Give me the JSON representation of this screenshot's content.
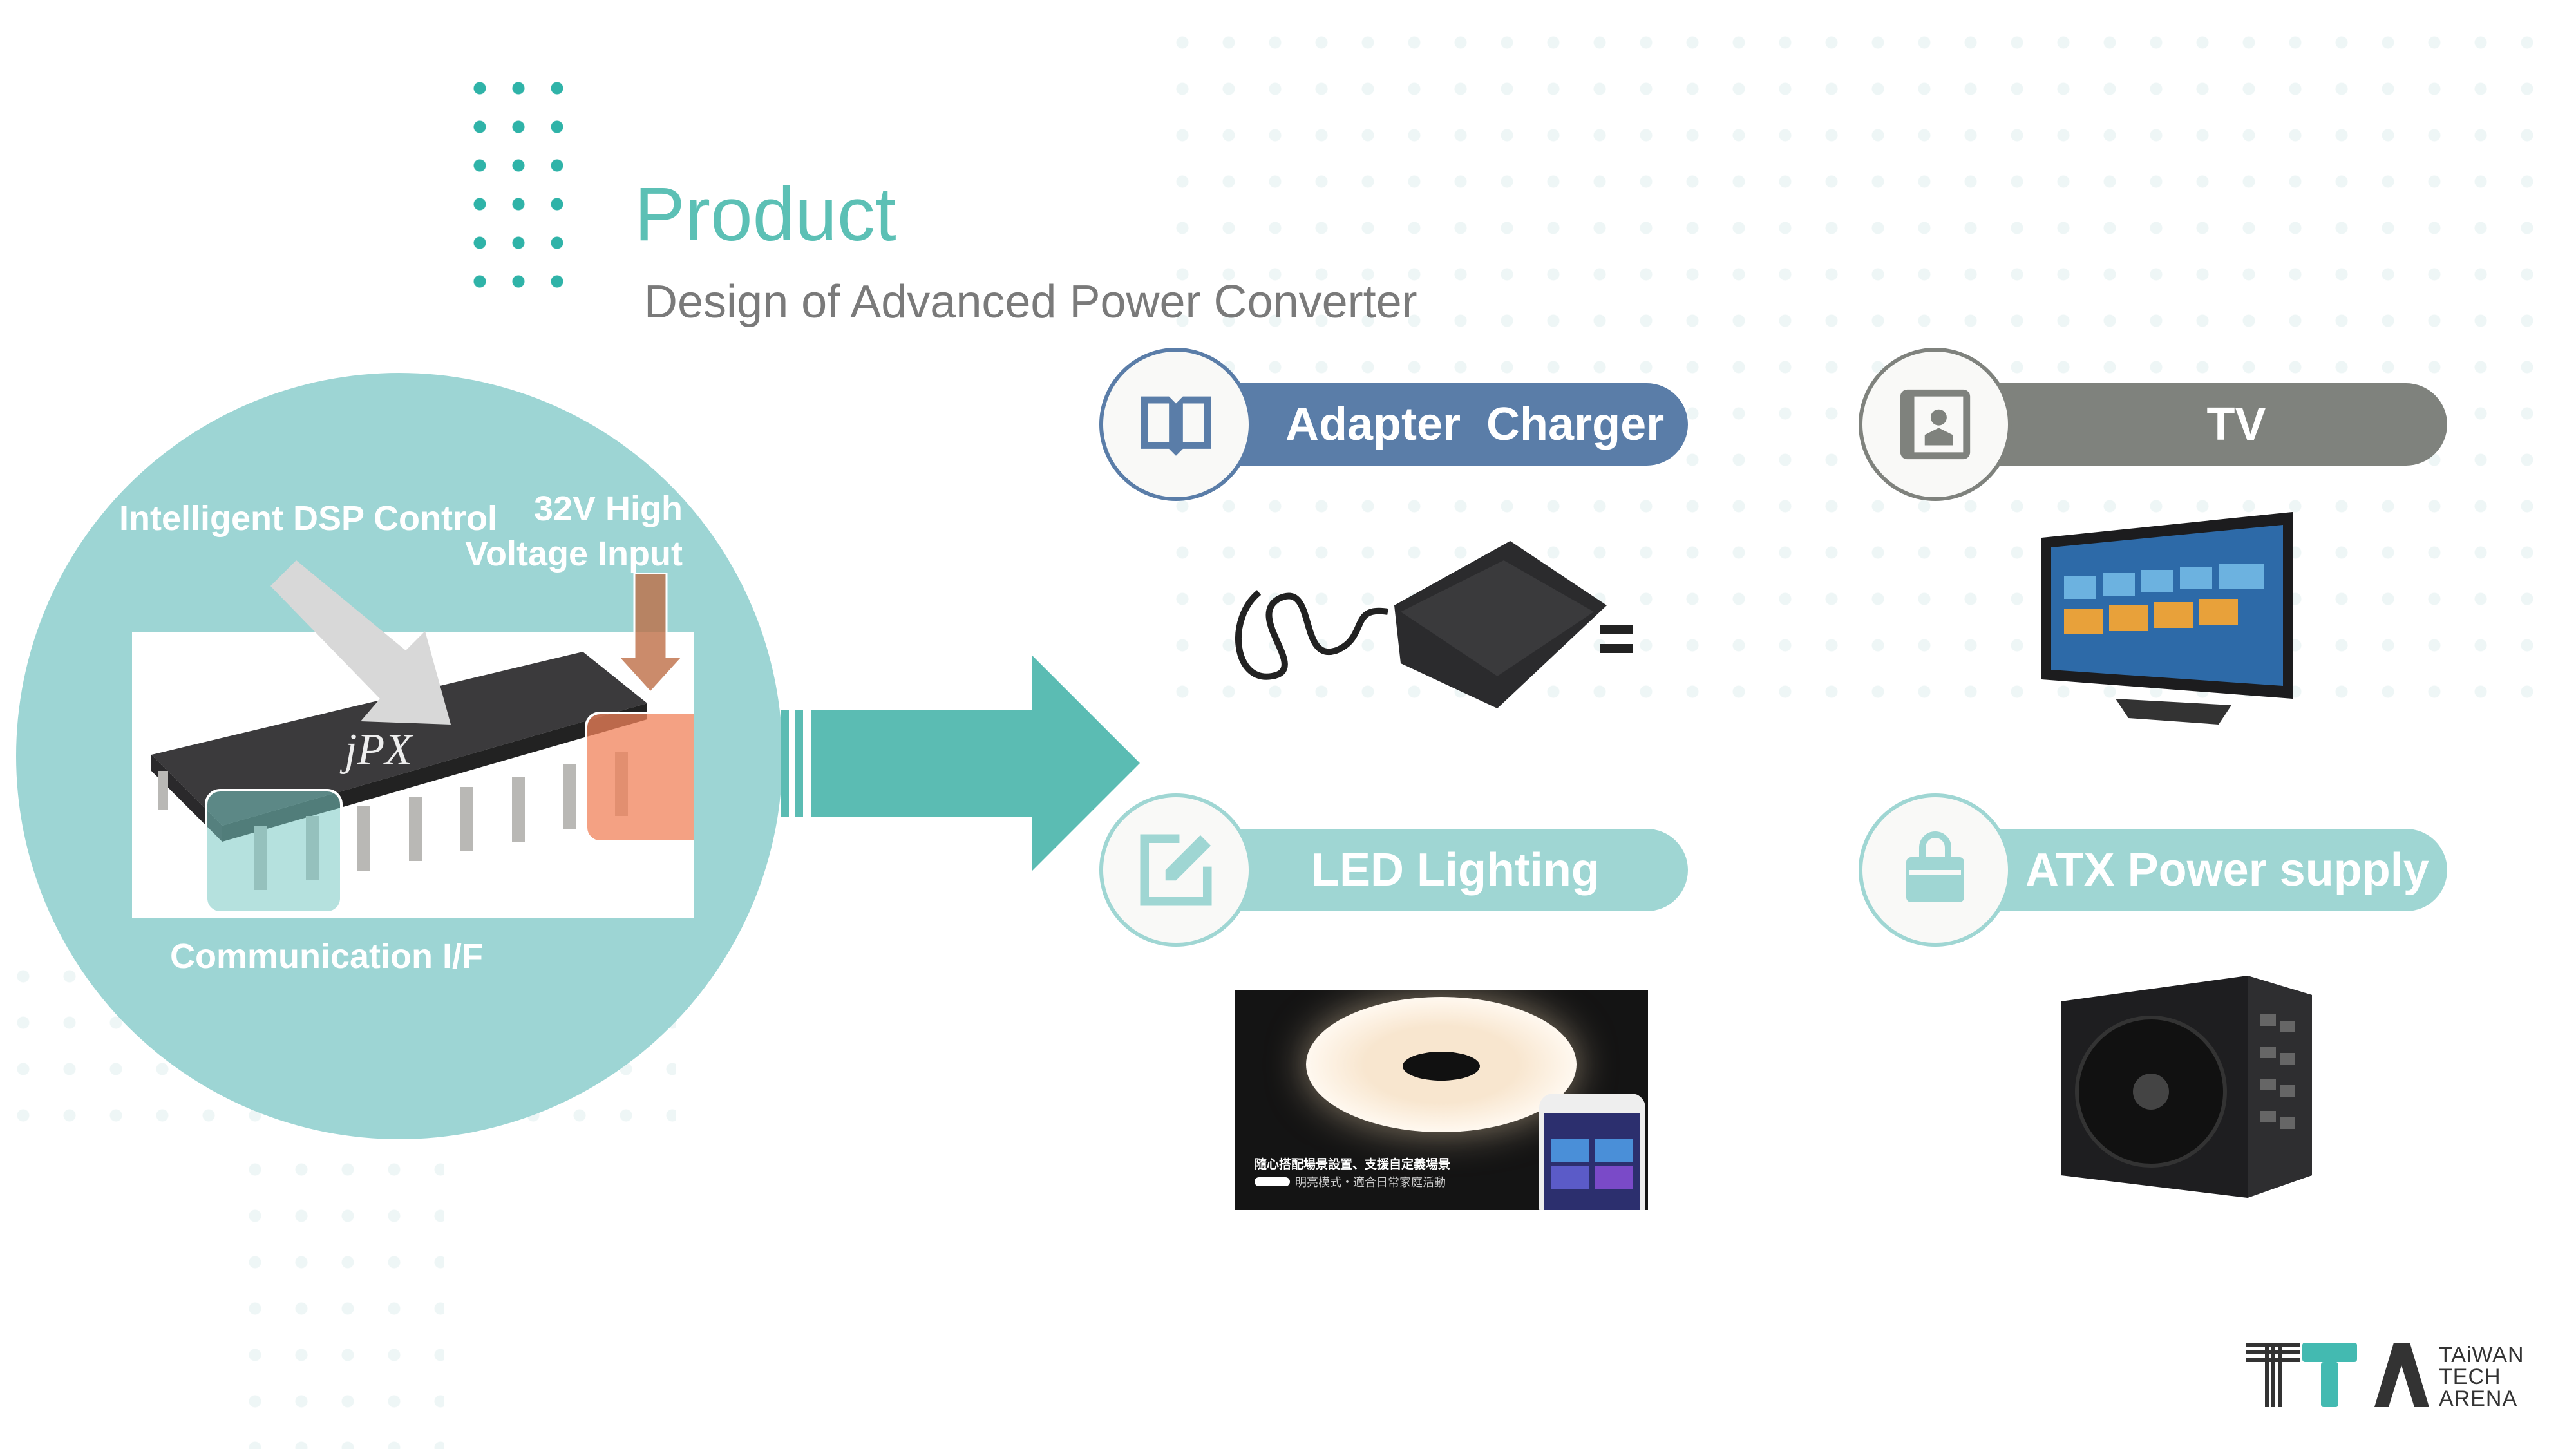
{
  "header": {
    "title": "Product",
    "subtitle": "Design of Advanced Power Converter"
  },
  "diagram": {
    "labels": {
      "dsp": "Intelligent DSP Control",
      "voltage": "32V High Voltage Input",
      "comm": "Communication I/F"
    },
    "chip_marking": "jPX"
  },
  "products": [
    {
      "label": "Adapter  Charger",
      "icon": "book-icon",
      "color": "#5a7da8"
    },
    {
      "label": "TV",
      "icon": "contact-card-icon",
      "color": "#7f827d"
    },
    {
      "label": "LED Lighting",
      "icon": "edit-icon",
      "color": "#9fd6d3"
    },
    {
      "label": "ATX Power supply",
      "icon": "shopping-bag-icon",
      "color": "#9fd6d3"
    }
  ],
  "led_image_text": {
    "line1": "隨心搭配場景設置、支援自定義場景",
    "line2": "明亮模式・適合日常家庭活動"
  },
  "logo": {
    "mark": "TTA",
    "line1": "TAiWAN",
    "line2": "TECH",
    "line3": "ARENA"
  },
  "colors": {
    "accent": "#5cc0b5",
    "circle": "#9dd5d4",
    "arrow": "#5bbcb3"
  }
}
